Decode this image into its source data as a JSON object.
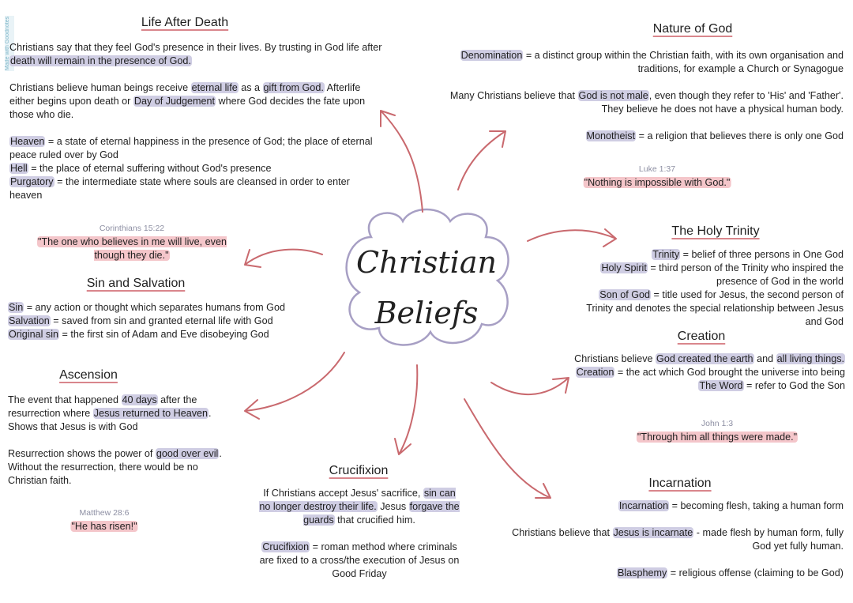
{
  "watermark": "Made with Goodnotes",
  "center": {
    "line1": "Christian",
    "line2": "Beliefs"
  },
  "colors": {
    "highlight": "#cfcde3",
    "quote_highlight": "#f4c6ca",
    "arrow": "#c9696e",
    "cloud": "#a79fc4"
  },
  "sections": [
    {
      "id": "life-after-death",
      "title": "Life After Death",
      "paragraphs": [
        [
          {
            "t": "Christians say that they feel God's presence in their lives. By trusting in God life after "
          },
          {
            "t": "death will remain in the presence of God.",
            "hl": 1
          }
        ],
        [
          {
            "t": "Christians believe human beings receive "
          },
          {
            "t": "eternal life",
            "hl": 1
          },
          {
            "t": " as a "
          },
          {
            "t": "gift from God.",
            "hl": 1
          },
          {
            "t": " Afterlife either begins upon death or "
          },
          {
            "t": "Day of Judgement",
            "hl": 1
          },
          {
            "t": " where God decides the fate upon those who die."
          }
        ],
        [
          {
            "t": "Heaven",
            "hl": 1
          },
          {
            "t": " = a state of eternal happiness in the presence of God; the place of eternal peace ruled over by God"
          },
          {
            "br": 1
          },
          {
            "t": "Hell",
            "hl": 1
          },
          {
            "t": " = the place of eternal suffering without God's presence"
          },
          {
            "br": 1
          },
          {
            "t": "Purgatory",
            "hl": 1
          },
          {
            "t": " = the intermediate state where souls are cleansed in order to enter heaven"
          }
        ]
      ]
    },
    {
      "id": "nature-of-god",
      "title": "Nature of God",
      "paragraphs": [
        [
          {
            "t": "Denomination",
            "hl": 1
          },
          {
            "t": " = a distinct group within the Christian faith, with its own organisation and traditions, for example a Church or Synagogue"
          }
        ],
        [
          {
            "t": "Many Christians believe that "
          },
          {
            "t": "God is not male",
            "hl": 1
          },
          {
            "t": ", even though they refer to 'His' and 'Father'. They believe he does not have a physical human body."
          }
        ],
        [
          {
            "t": "Monotheist",
            "hl": 1
          },
          {
            "t": " = a religion that believes there is only one God"
          }
        ]
      ]
    },
    {
      "id": "holy-trinity",
      "title": "The Holy Trinity",
      "paragraphs": [
        [
          {
            "t": "Trinity",
            "hl": 1
          },
          {
            "t": " = belief of three persons in One God"
          },
          {
            "br": 1
          },
          {
            "t": "Holy Spirit",
            "hl": 1
          },
          {
            "t": " = third person of the Trinity who inspired the presence of God in the world"
          },
          {
            "br": 1
          },
          {
            "t": "Son of God",
            "hl": 1
          },
          {
            "t": " = title used for Jesus, the second person of Trinity and denotes the special relationship between Jesus and God"
          }
        ]
      ]
    },
    {
      "id": "creation",
      "title": "Creation",
      "paragraphs": [
        [
          {
            "t": "Christians believe "
          },
          {
            "t": "God created the earth",
            "hl": 1
          },
          {
            "t": " and "
          },
          {
            "t": "all living things.",
            "hl": 1
          },
          {
            "br": 1
          },
          {
            "t": "Creation",
            "hl": 1
          },
          {
            "t": " = the act which God brought the universe into being"
          },
          {
            "br": 1
          },
          {
            "t": "The Word",
            "hl": 1
          },
          {
            "t": " = refer to God the Son"
          }
        ]
      ]
    },
    {
      "id": "incarnation",
      "title": "Incarnation",
      "paragraphs": [
        [
          {
            "t": "Incarnation",
            "hl": 1
          },
          {
            "t": " = becoming flesh, taking a human form"
          }
        ],
        [
          {
            "t": "Christians believe that "
          },
          {
            "t": "Jesus is incarnate",
            "hl": 1
          },
          {
            "t": " - made flesh by human form, fully God yet fully human."
          }
        ],
        [
          {
            "t": "Blasphemy",
            "hl": 1
          },
          {
            "t": " = religious offense (claiming to be God)"
          }
        ]
      ]
    },
    {
      "id": "crucifixion",
      "title": "Crucifixion",
      "paragraphs": [
        [
          {
            "t": "If Christians accept Jesus' sacrifice, "
          },
          {
            "t": "sin can no longer destroy their life.",
            "hl": 1
          },
          {
            "t": " Jesus "
          },
          {
            "t": "forgave the guards",
            "hl": 1
          },
          {
            "t": " that crucified him."
          }
        ],
        [
          {
            "t": "Crucifixion",
            "hl": 1
          },
          {
            "t": " = roman method where criminals are fixed to a cross/the execution of Jesus on Good Friday"
          }
        ]
      ]
    },
    {
      "id": "ascension",
      "title": "Ascension",
      "paragraphs": [
        [
          {
            "t": "The event that happened "
          },
          {
            "t": "40 days",
            "hl": 1
          },
          {
            "t": " after the resurrection where "
          },
          {
            "t": "Jesus returned to Heaven",
            "hl": 1
          },
          {
            "t": ". Shows that Jesus is with God"
          }
        ],
        [
          {
            "t": "Resurrection shows the power of "
          },
          {
            "t": "good over evil",
            "hl": 1
          },
          {
            "t": ". Without the resurrection, there would be no Christian faith."
          }
        ]
      ]
    },
    {
      "id": "sin-and-salvation",
      "title": "Sin and Salvation",
      "paragraphs": [
        [
          {
            "t": "Sin",
            "hl": 1
          },
          {
            "t": " = any action or thought which separates humans from God"
          },
          {
            "br": 1
          },
          {
            "t": "Salvation",
            "hl": 1
          },
          {
            "t": " = saved from sin and granted eternal life with God"
          },
          {
            "br": 1
          },
          {
            "t": "Original sin",
            "hl": 1
          },
          {
            "t": " = the first sin of Adam and Eve disobeying God"
          }
        ]
      ]
    }
  ],
  "quotes": [
    {
      "id": "luke",
      "source": "Luke 1:37",
      "text": "\"Nothing is impossible with God.\""
    },
    {
      "id": "john",
      "source": "John 1:3",
      "text": "\"Through him all things were made.\""
    },
    {
      "id": "matthew",
      "source": "Matthew 28:6",
      "text": "\"He has risen!\""
    },
    {
      "id": "corinthians",
      "source": "Corinthians 15:22",
      "text": "\"The one who believes in me will live, even though they die.\""
    }
  ]
}
